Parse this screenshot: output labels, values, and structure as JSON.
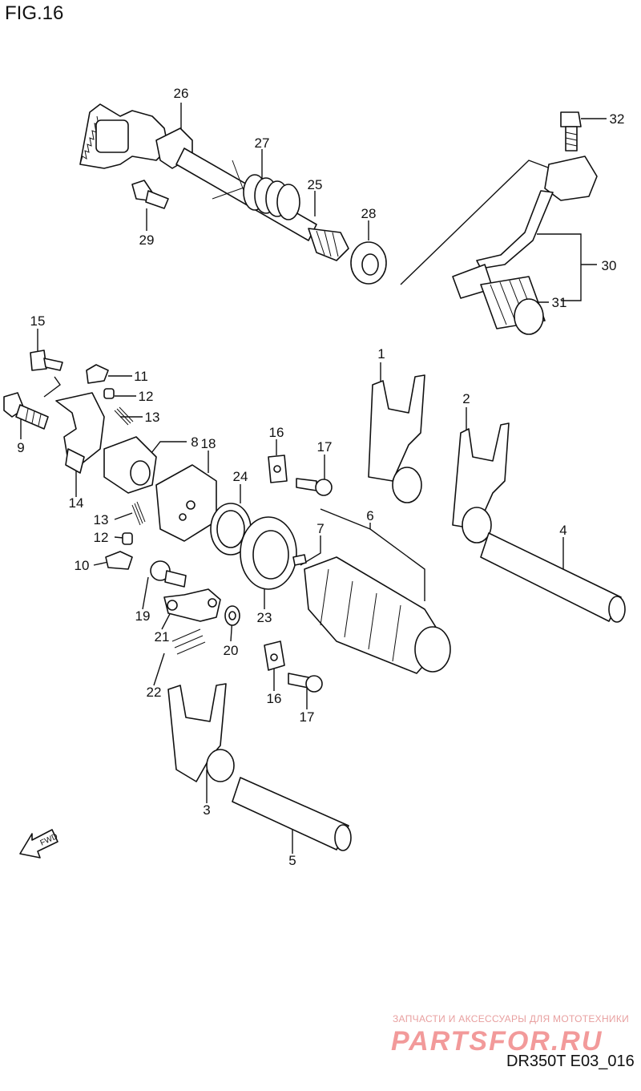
{
  "figure": {
    "title": "FIG.16",
    "code": "DR350T E03_016"
  },
  "watermark": {
    "tagline": "ЗАПЧАСТИ И АКСЕССУАРЫ ДЛЯ МОТОТЕХНИКИ",
    "logo": "PARTSFOR.RU"
  },
  "fwd_label": "FWD",
  "callouts": [
    "1",
    "2",
    "3",
    "4",
    "5",
    "6",
    "7",
    "8",
    "9",
    "10",
    "11",
    "12",
    "12",
    "13",
    "13",
    "14",
    "15",
    "16",
    "16",
    "17",
    "17",
    "18",
    "19",
    "20",
    "21",
    "22",
    "23",
    "24",
    "25",
    "26",
    "27",
    "28",
    "29",
    "30",
    "31",
    "32"
  ]
}
